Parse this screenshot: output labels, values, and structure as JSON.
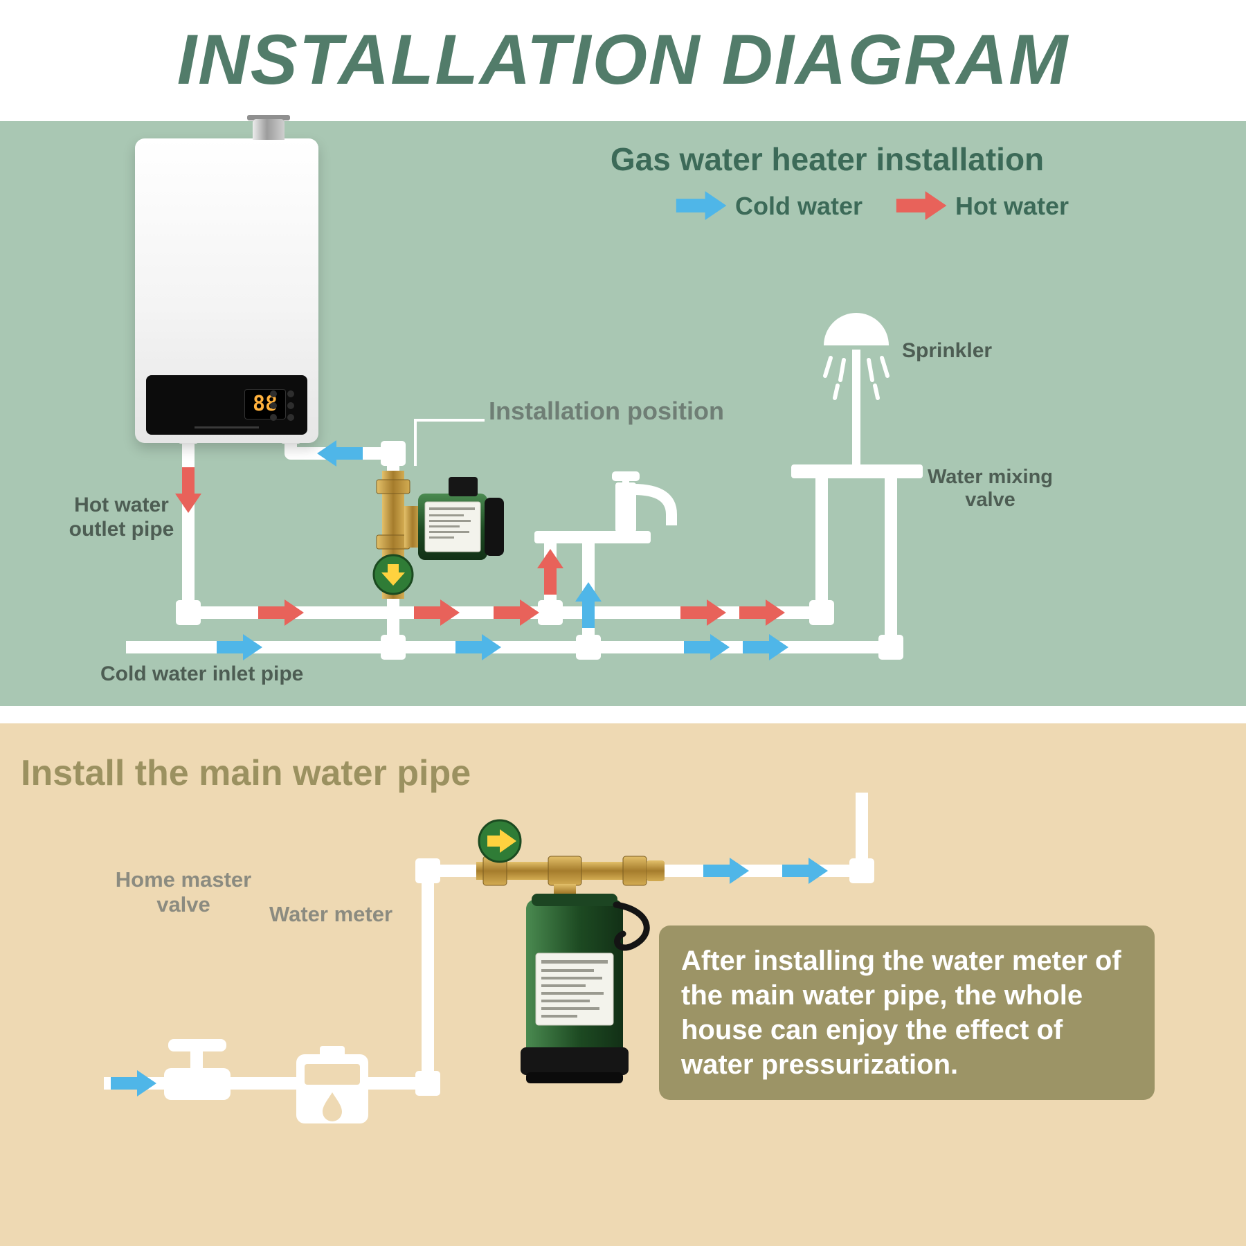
{
  "title": "INSTALLATION DIAGRAM",
  "heater_section": {
    "heading": "Gas water heater installation",
    "legend": {
      "cold_label": "Cold water",
      "hot_label": "Hot water"
    },
    "heater_display": "88",
    "labels": {
      "installation_position": "Installation position",
      "hot_water_outlet_pipe": "Hot water outlet pipe",
      "cold_water_inlet_pipe": "Cold water inlet pipe",
      "sprinkler": "Sprinkler",
      "water_mixing_valve": "Water mixing valve"
    }
  },
  "main_pipe_section": {
    "heading": "Install the main water pipe",
    "labels": {
      "home_master_valve": "Home master valve",
      "water_meter": "Water meter"
    },
    "note": "After installing the water meter of the main water pipe, the whole house can enjoy the effect of water pressurization."
  },
  "colors": {
    "cold_water_arrow": "#4fb6e8",
    "hot_water_arrow": "#e8625a",
    "title_green": "#527c6a",
    "heading_green": "#3c6a58",
    "heater_section_bg": "#a9c7b3",
    "main_section_bg": "#eed9b3",
    "note_box_bg": "#9c9466",
    "pump_green": "#2f7c36",
    "pump_arrow_yellow": "#ffd23f",
    "pipe_white": "#ffffff"
  },
  "icons": {
    "cold_water_arrow": "right-arrow",
    "hot_water_arrow": "right-arrow",
    "water_heater": "wall-gas-heater",
    "booster_pump": "green-booster-pump",
    "faucet": "water-tap",
    "sprinkler": "shower-head",
    "home_master_valve": "shutoff-valve",
    "water_meter": "meter-box"
  }
}
